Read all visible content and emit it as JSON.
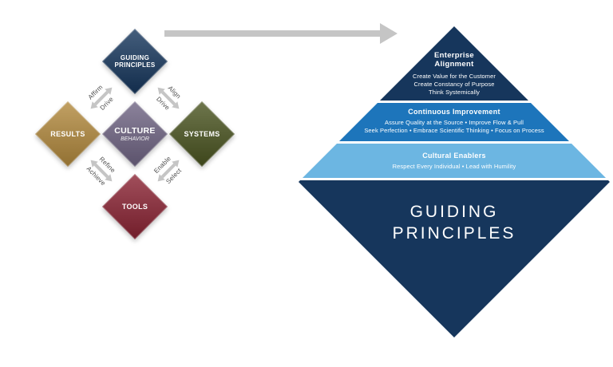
{
  "app": {
    "background": "#ffffff",
    "arrow_color": "#c5c5c5"
  },
  "left_model": {
    "diamonds": [
      {
        "label": "GUIDING PRINCIPLES",
        "color": "#16365c"
      },
      {
        "label": "RESULTS",
        "color": "#b2893d"
      },
      {
        "label": "CULTURE",
        "sublabel": "BEHAVIOR",
        "color": "#6f6483"
      },
      {
        "label": "SYSTEMS",
        "color": "#4a5420"
      },
      {
        "label": "TOOLS",
        "color": "#8a2333"
      }
    ],
    "connectors": [
      {
        "labels": [
          "Affirm",
          "Drive"
        ]
      },
      {
        "labels": [
          "Align",
          "Drive"
        ]
      },
      {
        "labels": [
          "Refine",
          "Achieve"
        ]
      },
      {
        "labels": [
          "Enable",
          "Select"
        ]
      }
    ]
  },
  "pyramid": {
    "tiers": [
      {
        "title": "Enterprise Alignment",
        "lines": [
          "Create Value for the Customer",
          "Create Constancy of Purpose",
          "Think Systemically"
        ],
        "color": "#16365c"
      },
      {
        "title": "Continuous Improvement",
        "lines": [
          "Assure Quality at the Source • Improve Flow & Pull",
          "Seek Perfection • Embrace Scientific Thinking • Focus on Process"
        ],
        "color": "#1d75bb"
      },
      {
        "title": "Cultural Enablers",
        "lines": [
          "Respect Every Individual • Lead with Humility"
        ],
        "color": "#6cb6e2"
      },
      {
        "title": "GUIDING PRINCIPLES",
        "lines": [],
        "color": "#16365c"
      }
    ]
  }
}
